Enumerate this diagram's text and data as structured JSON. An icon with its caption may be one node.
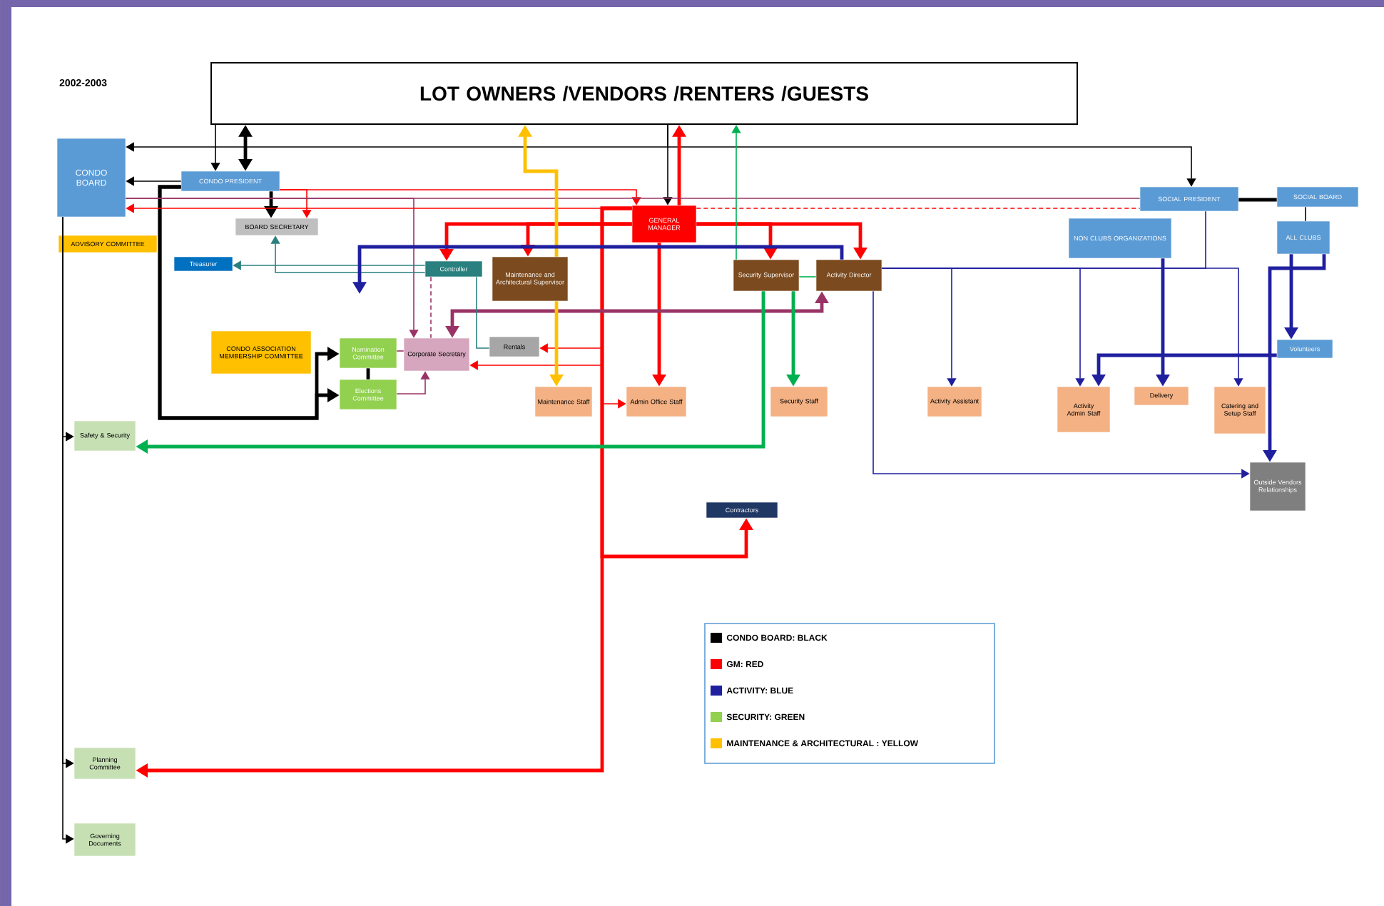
{
  "diagram": {
    "nodes": [
      {
        "text": [
          "LOT OWNERS /VENDORS /RENTERS /GUESTS"
        ]
      },
      {
        "text": [
          "CONDO BOARD"
        ]
      },
      {
        "text": [
          "CONDO PRESIDENT"
        ]
      },
      {
        "text": [
          "BOARD SECRETARY"
        ]
      },
      {
        "text": [
          "ADVISORY COMMITTEE"
        ]
      },
      {
        "text": [
          "Treasurer"
        ]
      },
      {
        "text": [
          "Controller"
        ]
      },
      {
        "text": [
          "CONDO ASSOCIATION MEMBERSHIP COMMITTEE"
        ]
      },
      {
        "text": [
          "Nomination Committee"
        ]
      },
      {
        "text": [
          "Elections Committee"
        ]
      },
      {
        "text": [
          "Corporate Secretary"
        ]
      },
      {
        "text": [
          "Rentals"
        ]
      },
      {
        "text": [
          "Maintenance and Architectural Supervisor"
        ]
      },
      {
        "text": [
          "GENERAL MANAGER"
        ]
      },
      {
        "text": [
          "Security Supervisor"
        ]
      },
      {
        "text": [
          "Activity Director"
        ]
      },
      {
        "text": [
          "Maintenance Staff"
        ]
      },
      {
        "text": [
          "Admin Office Staff"
        ]
      },
      {
        "text": [
          "Security Staff"
        ]
      },
      {
        "text": [
          "Activity Assistant"
        ]
      },
      {
        "text": [
          "SOCIAL PRESIDENT"
        ]
      },
      {
        "text": [
          "SOCIAL BOARD"
        ]
      },
      {
        "text": [
          "NON CLUBS ORGANIZATIONS"
        ]
      },
      {
        "text": [
          "ALL CLUBS"
        ]
      },
      {
        "text": [
          "Volunteers"
        ]
      },
      {
        "text": [
          "Activity Admin Staff"
        ]
      },
      {
        "text": [
          "Delivery"
        ]
      },
      {
        "text": [
          "Catering and Setup Staff"
        ]
      },
      {
        "text": [
          "Outside Vendors Relationships"
        ]
      },
      {
        "text": [
          "Safety & Security"
        ]
      },
      {
        "text": [
          "Contractors"
        ]
      },
      {
        "text": [
          "Planning Committee"
        ]
      },
      {
        "text": [
          "Governing Documents"
        ]
      }
    ],
    "edges": [
      {
        "from": 0,
        "to": 1,
        "arrow": "to"
      },
      {
        "from": 0,
        "to": 2,
        "arrow": "both",
        "style": "thick"
      },
      {
        "from": 0,
        "to": 2,
        "arrow": "to"
      },
      {
        "from": 0,
        "to": 20,
        "arrow": "to"
      },
      {
        "from": 0,
        "to": 13,
        "arrow": "to"
      },
      {
        "from": 2,
        "to": 1,
        "arrow": "to"
      },
      {
        "from": 2,
        "to": 3,
        "arrow": "to",
        "style": "thick"
      },
      {
        "from": 2,
        "to": 8,
        "arrow": "to",
        "style": "thick"
      },
      {
        "from": 2,
        "to": 9,
        "arrow": "to",
        "style": "thick"
      },
      {
        "from": 1,
        "to": 29,
        "arrow": "to"
      },
      {
        "from": 1,
        "to": 31,
        "arrow": "to"
      },
      {
        "from": 1,
        "to": 32,
        "arrow": "to"
      },
      {
        "from": 20,
        "to": 21,
        "arrow": "none",
        "style": "thick"
      },
      {
        "from": 21,
        "to": 23,
        "arrow": "none"
      },
      {
        "from": 8,
        "to": 9,
        "arrow": "none",
        "style": "thick"
      },
      {
        "from": 13,
        "to": 1,
        "arrow": "to",
        "color": "#ff0000"
      },
      {
        "from": 2,
        "to": 13,
        "arrow": "to",
        "color": "#ff0000"
      },
      {
        "from": 2,
        "to": 3,
        "arrow": "to",
        "color": "#ff0000"
      },
      {
        "from": 13,
        "to": 6,
        "arrow": "to",
        "color": "#ff0000",
        "style": "thick"
      },
      {
        "from": 13,
        "to": 12,
        "arrow": "to",
        "color": "#ff0000",
        "style": "thick"
      },
      {
        "from": 13,
        "to": 14,
        "arrow": "to",
        "color": "#ff0000",
        "style": "thick"
      },
      {
        "from": 13,
        "to": 15,
        "arrow": "to",
        "color": "#ff0000",
        "style": "thick"
      },
      {
        "from": 13,
        "to": 17,
        "arrow": "to",
        "color": "#ff0000",
        "style": "thick"
      },
      {
        "from": 13,
        "to": 11,
        "arrow": "to",
        "color": "#ff0000"
      },
      {
        "from": 13,
        "to": 10,
        "arrow": "to",
        "color": "#ff0000"
      },
      {
        "from": 13,
        "to": 17,
        "arrow": "to",
        "color": "#ff0000"
      },
      {
        "from": 13,
        "to": 30,
        "arrow": "to",
        "color": "#ff0000",
        "style": "thick"
      },
      {
        "from": 13,
        "to": 31,
        "arrow": "to",
        "color": "#ff0000",
        "style": "thick"
      },
      {
        "from": 13,
        "to": 0,
        "arrow": "to",
        "color": "#ff0000",
        "style": "thick"
      },
      {
        "from": 13,
        "to": 20,
        "arrow": "none",
        "color": "#ff0000",
        "style": "dashed"
      },
      {
        "from": 1,
        "to": 10,
        "arrow": "to",
        "color": "#993366"
      },
      {
        "from": 1,
        "to": 20,
        "arrow": "none",
        "color": "#993366"
      },
      {
        "from": 9,
        "to": 10,
        "arrow": "to",
        "color": "#993366"
      },
      {
        "from": 15,
        "to": 10,
        "arrow": "both",
        "color": "#993366",
        "style": "thick"
      },
      {
        "from": 6,
        "to": 10,
        "arrow": "none",
        "color": "#993366",
        "style": "dashed"
      },
      {
        "from": 8,
        "to": 10,
        "arrow": "none",
        "color": "#993366"
      },
      {
        "from": 6,
        "to": 5,
        "arrow": "to",
        "color": "#2a7f7f"
      },
      {
        "from": 6,
        "to": 3,
        "arrow": "to",
        "color": "#2a7f7f"
      },
      {
        "from": 6,
        "to": 11,
        "arrow": "none",
        "color": "#2a7f7f"
      },
      {
        "from": 12,
        "to": 0,
        "arrow": "to",
        "color": "#ffc000",
        "style": "thick"
      },
      {
        "from": 12,
        "to": 16,
        "arrow": "to",
        "color": "#ffc000",
        "style": "thick"
      },
      {
        "from": 14,
        "to": 0,
        "arrow": "to",
        "color": "#00b050"
      },
      {
        "from": 14,
        "to": 18,
        "arrow": "to",
        "color": "#00b050",
        "style": "thick"
      },
      {
        "from": 14,
        "to": 29,
        "arrow": "to",
        "color": "#00b050",
        "style": "thick"
      },
      {
        "from": 14,
        "to": 15,
        "arrow": "none",
        "color": "#00b050"
      },
      {
        "from": 15,
        "to": null,
        "arrow": "to",
        "color": "#1f1f9f",
        "style": "thick"
      },
      {
        "from": 15,
        "to": 19,
        "arrow": "to",
        "color": "#1f1f9f"
      },
      {
        "from": 15,
        "to": 25,
        "arrow": "to",
        "color": "#1f1f9f"
      },
      {
        "from": 22,
        "to": 26,
        "arrow": "to",
        "color": "#1f1f9f",
        "style": "thick"
      },
      {
        "from": 15,
        "to": 27,
        "arrow": "to",
        "color": "#1f1f9f"
      },
      {
        "from": 20,
        "to": 15,
        "arrow": "none",
        "color": "#1f1f9f"
      },
      {
        "from": 23,
        "to": 24,
        "arrow": "to",
        "color": "#1f1f9f",
        "style": "thick"
      },
      {
        "from": 23,
        "to": 28,
        "arrow": "to",
        "color": "#1f1f9f",
        "style": "thick"
      },
      {
        "from": 15,
        "to": 28,
        "arrow": "to",
        "color": "#1f1f9f"
      },
      {
        "from": 24,
        "to": 25,
        "arrow": "to",
        "color": "#1f1f9f",
        "style": "thick"
      }
    ],
    "labels": [
      "2002-2003"
    ],
    "legend": [
      {
        "text": "CONDO BOARD: BLACK",
        "color": "#000000"
      },
      {
        "text": "GM: RED",
        "color": "#ff0000"
      },
      {
        "text": "ACTIVITY: BLUE",
        "color": "#1f1f9f"
      },
      {
        "text": "SECURITY: GREEN",
        "color": "#92d050"
      },
      {
        "text": "MAINTENANCE & ARCHITECTURAL : YELLOW",
        "color": "#ffc000"
      }
    ]
  }
}
